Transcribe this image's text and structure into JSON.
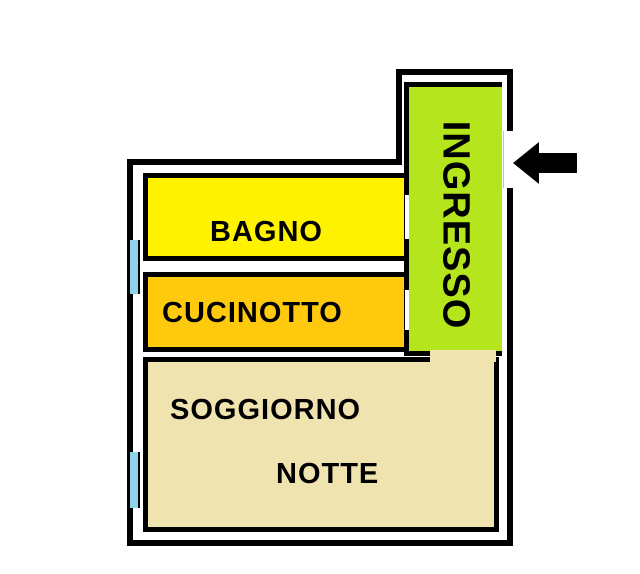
{
  "plan": {
    "rooms": [
      {
        "id": "bagno",
        "label": "BAGNO",
        "color": "#fff200"
      },
      {
        "id": "cucinotto",
        "label": "CUCINOTTO",
        "color": "#ffc90e"
      },
      {
        "id": "ingresso",
        "label": "INGRESSO",
        "color": "#b5e61d"
      },
      {
        "id": "soggiorno",
        "label": "SOGGIORNO",
        "color": "#efe4b0"
      }
    ],
    "soggiorno_line2": "NOTTE",
    "entrance_arrow": "arrow-left-icon",
    "wall_color": "#000000",
    "window_color": "#8fd3e8"
  }
}
